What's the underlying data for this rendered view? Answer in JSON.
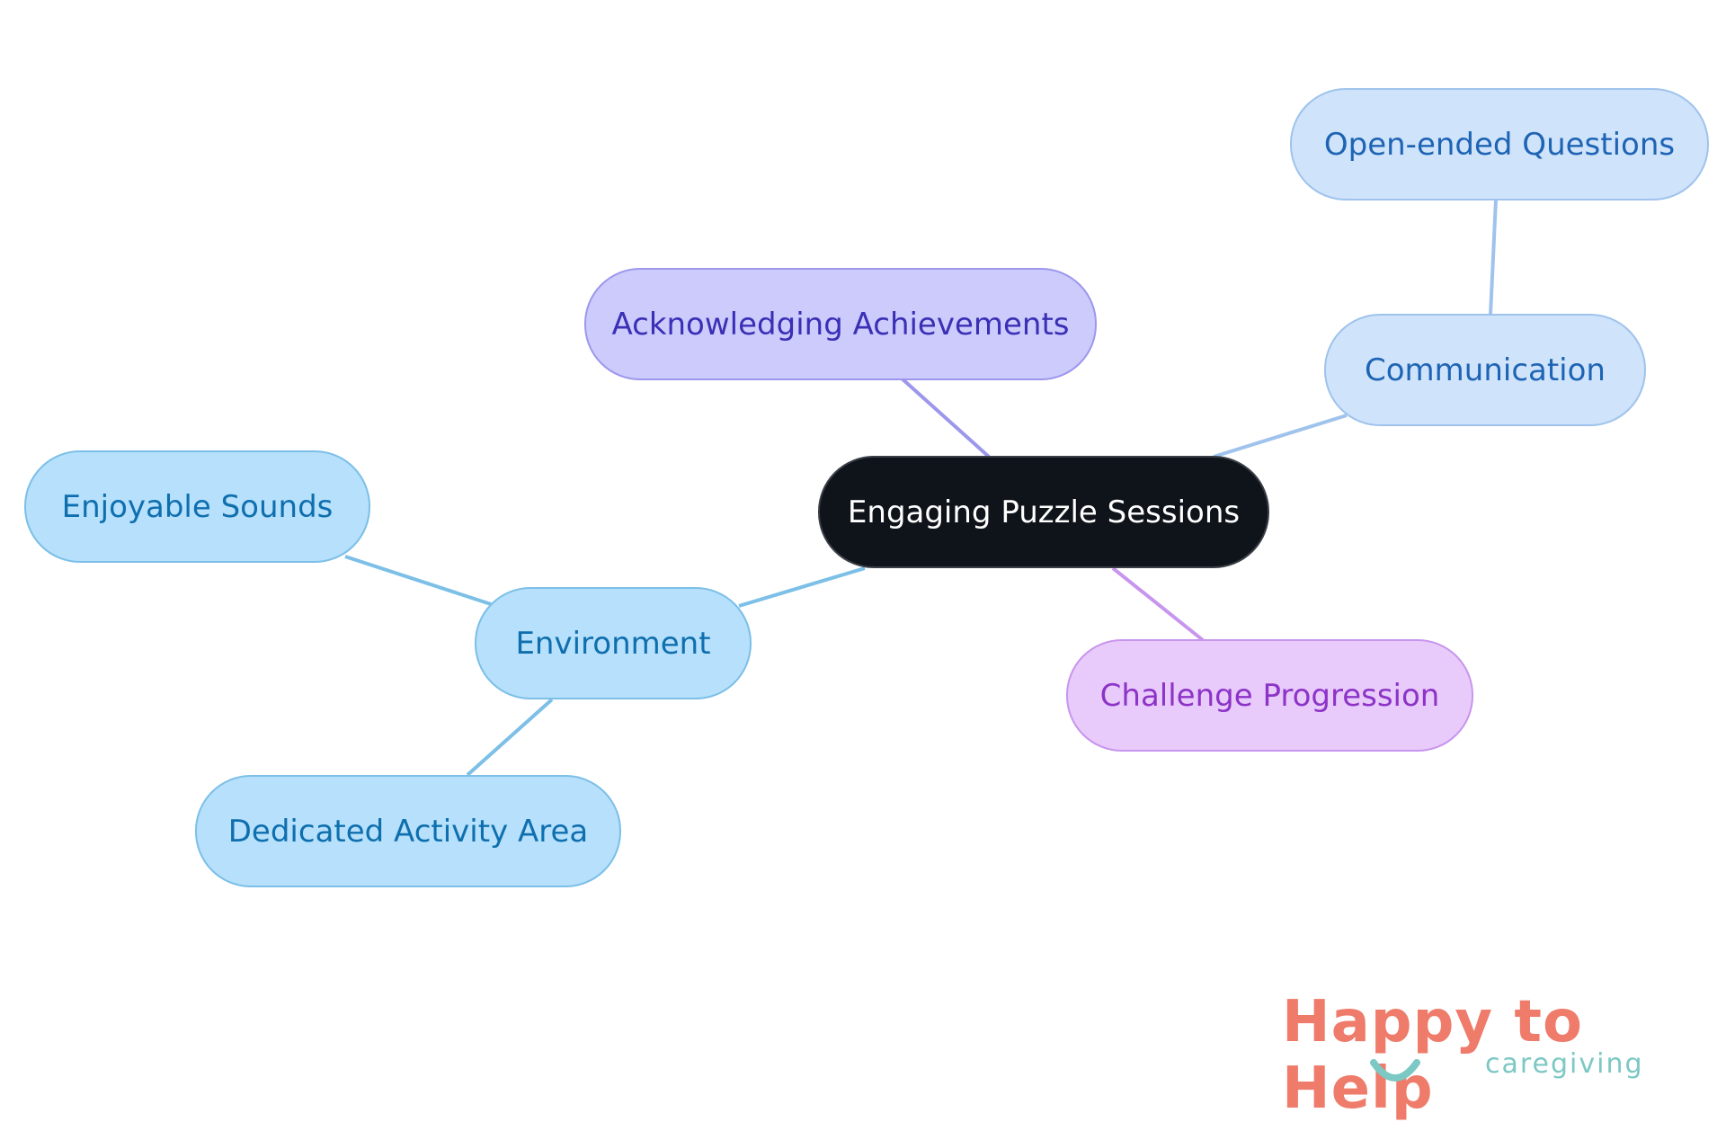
{
  "diagram": {
    "type": "mind-map",
    "nodes": {
      "root": "Engaging Puzzle Sessions",
      "acknowledging": "Acknowledging Achievements",
      "communication": "Communication",
      "open_ended": "Open-ended Questions",
      "environment": "Environment",
      "enjoyable_sounds": "Enjoyable Sounds",
      "dedicated_area": "Dedicated Activity Area",
      "challenge": "Challenge Progression"
    },
    "edges": [
      {
        "from": "root",
        "to": "acknowledging"
      },
      {
        "from": "root",
        "to": "communication"
      },
      {
        "from": "communication",
        "to": "open_ended"
      },
      {
        "from": "root",
        "to": "environment"
      },
      {
        "from": "environment",
        "to": "enjoyable_sounds"
      },
      {
        "from": "environment",
        "to": "dedicated_area"
      },
      {
        "from": "root",
        "to": "challenge"
      }
    ],
    "colors": {
      "root": "#0f131a",
      "acknowledging": "#cccbfc",
      "communication": "#cfe3fb",
      "environment": "#b6e0fb",
      "challenge": "#e8cbfb"
    }
  },
  "logo": {
    "main": "Happy to Help",
    "sub": "caregiving"
  }
}
